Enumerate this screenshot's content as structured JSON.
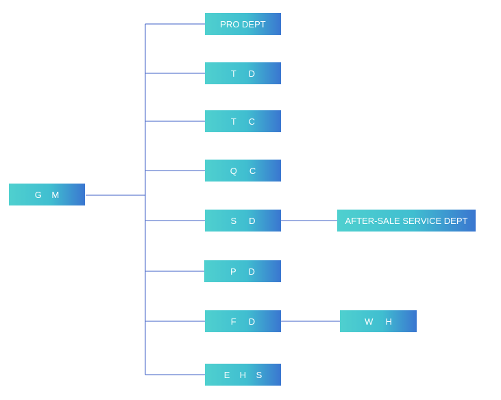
{
  "colors": {
    "gradient_start": "#4fd0cf",
    "gradient_end": "#3a76d0",
    "connector": "#3b5cc4",
    "node_text": "#ffffff"
  },
  "root": {
    "label": "G    M"
  },
  "departments": [
    {
      "label": "PRO DEPT"
    },
    {
      "label": "T     D"
    },
    {
      "label": "T     C"
    },
    {
      "label": "Q     C"
    },
    {
      "label": "S     D",
      "child": "AFTER-SALE SERVICE DEPT"
    },
    {
      "label": "P     D"
    },
    {
      "label": "F     D",
      "child": "W     H"
    },
    {
      "label": "E    H    S"
    }
  ]
}
